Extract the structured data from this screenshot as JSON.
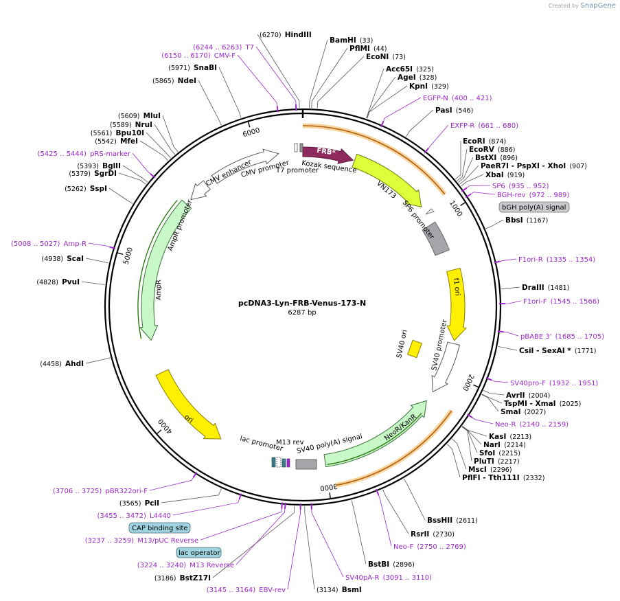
{
  "brand": {
    "created_by": "Created by",
    "name": "SnapGene"
  },
  "plasmid": {
    "name": "pcDNA3-Lyn-FRB-Venus-173-N",
    "length_label": "6287 bp",
    "length": 6287
  },
  "ruler_ticks": [
    "1000",
    "2000",
    "3000",
    "4000",
    "5000",
    "6000"
  ],
  "enzymes": [
    {
      "name": "HindIII",
      "pos": "(6270)",
      "pos_first": true
    },
    {
      "name": "BamHI",
      "pos": "(33)"
    },
    {
      "name": "PflMI",
      "pos": "(44)"
    },
    {
      "name": "EcoNI",
      "pos": "(73)"
    },
    {
      "name": "Acc65I",
      "pos": "(325)"
    },
    {
      "name": "AgeI",
      "pos": "(328)"
    },
    {
      "name": "KpnI",
      "pos": "(329)"
    },
    {
      "name": "PasI",
      "pos": "(546)"
    },
    {
      "name": "EcoRI",
      "pos": "(874)"
    },
    {
      "name": "EcoRV",
      "pos": "(886)"
    },
    {
      "name": "BstXI",
      "pos": "(896)"
    },
    {
      "name": "PaeR7I  - PspXI  - XhoI",
      "pos": "(907)"
    },
    {
      "name": "XbaI",
      "pos": "(919)"
    },
    {
      "name": "BbsI",
      "pos": "(1167)"
    },
    {
      "name": "DraIII",
      "pos": "(1481)"
    },
    {
      "name": "CsiI  - SexAI *",
      "pos": "(1771)"
    },
    {
      "name": "AvrII",
      "pos": "(2004)"
    },
    {
      "name": "TspMI  - XmaI",
      "pos": "(2025)"
    },
    {
      "name": "SmaI",
      "pos": "(2027)"
    },
    {
      "name": "KasI",
      "pos": "(2213)"
    },
    {
      "name": "NarI",
      "pos": "(2214)"
    },
    {
      "name": "SfoI",
      "pos": "(2215)"
    },
    {
      "name": "PluTI",
      "pos": "(2217)"
    },
    {
      "name": "MscI",
      "pos": "(2296)"
    },
    {
      "name": "PflFI  - Tth111I",
      "pos": "(2332)"
    },
    {
      "name": "BssHII",
      "pos": "(2611)"
    },
    {
      "name": "RsrII",
      "pos": "(2730)"
    },
    {
      "name": "BstBI",
      "pos": "(2896)"
    },
    {
      "name": "BsmI",
      "pos": "(3134)",
      "pos_first": true
    },
    {
      "name": "BstZ17I",
      "pos": "(3186)",
      "pos_first": true
    },
    {
      "name": "PciI",
      "pos": "(3565)",
      "pos_first": true
    },
    {
      "name": "AhdI",
      "pos": "(4458)",
      "pos_first": true
    },
    {
      "name": "PvuI",
      "pos": "(4828)",
      "pos_first": true
    },
    {
      "name": "ScaI",
      "pos": "(4938)",
      "pos_first": true
    },
    {
      "name": "SspI",
      "pos": "(5262)",
      "pos_first": true
    },
    {
      "name": "SgrDI",
      "pos": "(5379)",
      "pos_first": true
    },
    {
      "name": "BglII",
      "pos": "(5393)",
      "pos_first": true
    },
    {
      "name": "MfeI",
      "pos": "(5542)",
      "pos_first": true
    },
    {
      "name": "Bpu10I",
      "pos": "(5561)",
      "pos_first": true
    },
    {
      "name": "NruI",
      "pos": "(5589)",
      "pos_first": true
    },
    {
      "name": "MluI",
      "pos": "(5609)",
      "pos_first": true
    },
    {
      "name": "NdeI",
      "pos": "(5865)",
      "pos_first": true
    },
    {
      "name": "SnaBI",
      "pos": "(5971)",
      "pos_first": true
    }
  ],
  "primers": [
    {
      "name": "T7",
      "range": "(6244 .. 6263)",
      "range_first": true
    },
    {
      "name": "CMV-F",
      "range": "(6150 .. 6170)",
      "range_first": true
    },
    {
      "name": "EGFP-N",
      "range": "(400 .. 421)"
    },
    {
      "name": "EXFP-R",
      "range": "(661 .. 680)"
    },
    {
      "name": "SP6",
      "range": "(935 .. 952)"
    },
    {
      "name": "BGH-rev",
      "range": "(972 .. 989)"
    },
    {
      "name": "F1ori-R",
      "range": "(1335 .. 1354)"
    },
    {
      "name": "F1ori-F",
      "range": "(1545 .. 1566)"
    },
    {
      "name": "pBABE 3'",
      "range": "(1685 .. 1705)"
    },
    {
      "name": "SV40pro-F",
      "range": "(1932 .. 1951)"
    },
    {
      "name": "Neo-R",
      "range": "(2140 .. 2159)"
    },
    {
      "name": "Neo-F",
      "range": "(2750 .. 2769)"
    },
    {
      "name": "SV40pA-R",
      "range": "(3091 .. 3110)"
    },
    {
      "name": "EBV-rev",
      "range": "(3145 .. 3164)",
      "range_first": true
    },
    {
      "name": "M13 Reverse",
      "range": "(3224 .. 3240)",
      "range_first": true
    },
    {
      "name": "M13/pUC Reverse",
      "range": "(3237 .. 3259)",
      "range_first": true
    },
    {
      "name": "L4440",
      "range": "(3455 .. 3472)",
      "range_first": true
    },
    {
      "name": "pBR322ori-F",
      "range": "(3706 .. 3725)",
      "range_first": true
    },
    {
      "name": "Amp-R",
      "range": "(5008 .. 5027)",
      "range_first": true
    },
    {
      "name": "pRS-marker",
      "range": "(5425 .. 5444)",
      "range_first": true
    }
  ],
  "features": {
    "cmv_enhancer": "CMV enhancer",
    "cmv_promoter": "CMV promoter",
    "t7_promoter": "T7 promoter",
    "kozak": "Kozak sequence",
    "frb": "FRB*",
    "vn173": "VN173",
    "sp6_promoter": "SP6 promoter",
    "f1_ori": "f1 ori",
    "sv40_ori": "SV40 ori",
    "sv40_promoter": "SV40 promoter",
    "neor": "NeoR/KanR",
    "sv40_polya": "SV40 poly(A) signal",
    "m13_rev": "M13 rev",
    "lac_promoter": "lac promoter",
    "ori": "ori",
    "ampr": "AmpR",
    "ampr_promoter": "AmpR promoter",
    "bgh_polya": "bGH poly(A) signal",
    "cap_site": "CAP binding site",
    "lac_operator": "lac operator"
  },
  "colors": {
    "primer": "#9b27c9",
    "frb": "#8e2a5e",
    "yellow": "#ffef00",
    "lime": "#dcff3a",
    "green": "#c8f7c8",
    "gray": "#a4a6aa",
    "orange": "#e89a2a",
    "box": "#9fd3e0"
  }
}
